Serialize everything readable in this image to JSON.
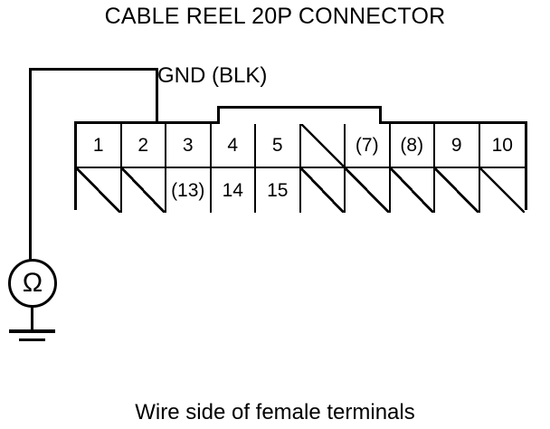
{
  "diagram": {
    "title": "CABLE REEL 20P CONNECTOR",
    "caption": "Wire side of female terminals",
    "probe_label": "GND (BLK)",
    "meter_symbol": "Ω",
    "meter_type": "ohmmeter",
    "connector": {
      "pin_count": "20P",
      "columns": 10,
      "rows": 2,
      "top_row": [
        {
          "label": "1",
          "empty": false
        },
        {
          "label": "2",
          "empty": false
        },
        {
          "label": "3",
          "empty": false
        },
        {
          "label": "4",
          "empty": false
        },
        {
          "label": "5",
          "empty": false
        },
        {
          "label": "",
          "empty": true
        },
        {
          "label": "(7)",
          "empty": false
        },
        {
          "label": "(8)",
          "empty": false
        },
        {
          "label": "9",
          "empty": false
        },
        {
          "label": "10",
          "empty": false
        }
      ],
      "bottom_row": [
        {
          "label": "",
          "empty": true
        },
        {
          "label": "",
          "empty": true
        },
        {
          "label": "(13)",
          "empty": false
        },
        {
          "label": "14",
          "empty": false
        },
        {
          "label": "15",
          "empty": false
        },
        {
          "label": "",
          "empty": true
        },
        {
          "label": "",
          "empty": true
        },
        {
          "label": "",
          "empty": true
        },
        {
          "label": "",
          "empty": true
        },
        {
          "label": "",
          "empty": true
        }
      ]
    },
    "colors": {
      "line": "#000000",
      "background": "#ffffff"
    }
  }
}
